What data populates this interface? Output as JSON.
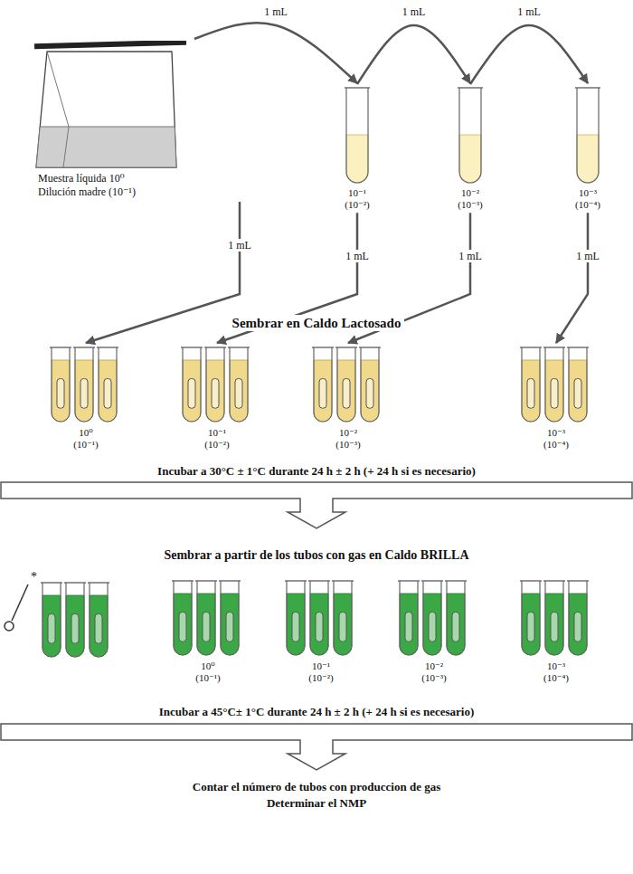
{
  "diagram": {
    "nodes": [
      {
        "text": [
          "Muestra líquida 10⁰",
          "Dilución madre (10⁻¹)"
        ]
      },
      {
        "text": [
          "10⁻¹ (10⁻²)"
        ]
      },
      {
        "text": [
          "10⁻² (10⁻³)"
        ]
      },
      {
        "text": [
          "10⁻³ (10⁻⁴)"
        ]
      },
      {
        "text": [
          "10⁰ (10⁻¹)"
        ]
      },
      {
        "text": [
          "10⁻¹ (10⁻²)"
        ]
      },
      {
        "text": [
          "10⁻² (10⁻³)"
        ]
      },
      {
        "text": [
          "10⁻³ (10⁻⁴)"
        ]
      },
      {
        "text": [
          "10⁰ (10⁻¹)"
        ]
      },
      {
        "text": [
          "10⁻¹ (10⁻²)"
        ]
      },
      {
        "text": [
          "10⁻² (10⁻³)"
        ]
      },
      {
        "text": [
          "10⁻³ (10⁻⁴)"
        ]
      }
    ],
    "edges": [
      {
        "from": 0,
        "to": 1,
        "label": "1 mL",
        "arrow": "to"
      },
      {
        "from": 1,
        "to": 2,
        "label": "1 mL",
        "arrow": "to"
      },
      {
        "from": 2,
        "to": 3,
        "label": "1 mL",
        "arrow": "to"
      },
      {
        "from": 0,
        "to": 4,
        "label": "1 mL",
        "arrow": "to"
      },
      {
        "from": 1,
        "to": 5,
        "label": "1 mL",
        "arrow": "to"
      },
      {
        "from": 2,
        "to": 6,
        "label": "1 mL",
        "arrow": "to"
      },
      {
        "from": 3,
        "to": 7,
        "label": "1 mL",
        "arrow": "to"
      }
    ],
    "labels": [
      "Sembrar en Caldo Lactosado",
      "Incubar a 30°C ± 1°C durante 24 h ± 2 h (+ 24 h si es necesario)",
      "Sembrar a partir de los tubos con gas en Caldo BRILLA",
      "*",
      "Incubar a 45°C± 1°C durante 24 h ± 2 h (+ 24 h si es necesario)",
      "Contar el número de tubos con produccion de gas",
      "Determinar el NMP"
    ]
  }
}
